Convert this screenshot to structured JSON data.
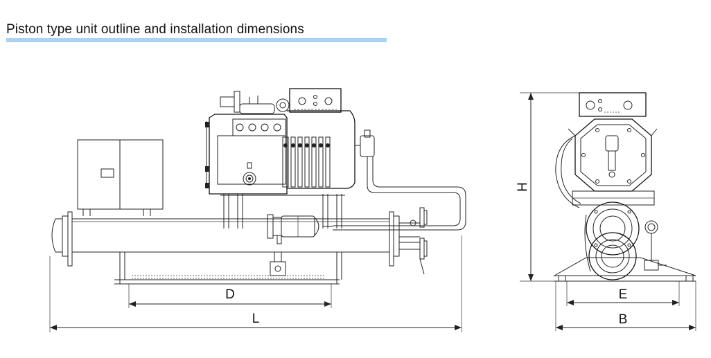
{
  "header": {
    "title": "Piston type unit outline and installation dimensions",
    "accent_color": "#a8d4f2"
  },
  "dimensions": {
    "D": "D",
    "L": "L",
    "H": "H",
    "E": "E",
    "B": "B"
  }
}
